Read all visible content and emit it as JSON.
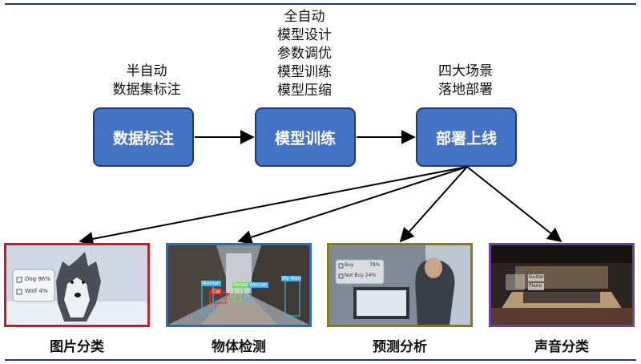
{
  "stages": [
    {
      "label": "数据标注",
      "annotation": "半自动\n数据集标注"
    },
    {
      "label": "模型训练",
      "annotation": "全自动\n模型设计\n参数调优\n模型训练\n模型压缩"
    },
    {
      "label": "部署上线",
      "annotation": "四大场景\n落地部署"
    }
  ],
  "scenarios": [
    {
      "label": "图片分类",
      "border_color": "#c0202b",
      "tags": [
        "Dog 96%",
        "Wolf 4%"
      ]
    },
    {
      "label": "物体检测",
      "border_color": "#2e6db3",
      "tags": [
        "Woman",
        "Car",
        "Person",
        "Woman",
        "My Man"
      ]
    },
    {
      "label": "预测分析",
      "border_color": "#8a7a1e",
      "tags": [
        "Buy",
        "78%",
        "Not Buy 24%"
      ]
    },
    {
      "label": "声音分类",
      "border_color": "#6b3fa0",
      "tags": [
        "Guitar",
        "Piano"
      ]
    }
  ],
  "colors": {
    "stage_fill": "#4472c4",
    "stage_border": "#1f3b73",
    "arrow": "#000000",
    "frame": "#1f3d6b"
  }
}
